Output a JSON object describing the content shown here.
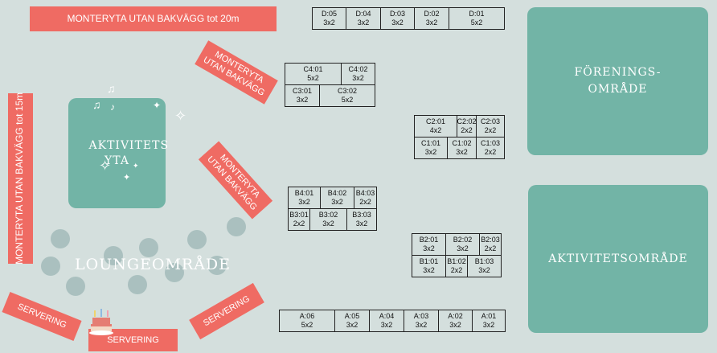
{
  "banners": {
    "top": "MONTERYTA UTAN BAKVÄGG tot 20m",
    "left": "MONTERYTA UTAN BAKVÄGG tot 15m",
    "diag1": "MONTERYTA UTAN BAKVÄGG",
    "diag2": "MONTERYTA UTAN BAKVÄGG",
    "serv1": "SERVERING",
    "serv2": "SERVERING",
    "serv3": "SERVERING"
  },
  "zones": {
    "aktivitets_yta": "AKTIVITETS YTA",
    "forenings": "FÖRENINGS-\nOMRÅDE",
    "aktivitetsomrade": "AKTIVITETSOMRÅDE",
    "lounge": "LOUNGEOMRÅDE"
  },
  "booths": {
    "D05": {
      "id": "D:05",
      "size": "3x2"
    },
    "D04": {
      "id": "D:04",
      "size": "3x2"
    },
    "D03": {
      "id": "D:03",
      "size": "3x2"
    },
    "D02": {
      "id": "D:02",
      "size": "3x2"
    },
    "D01": {
      "id": "D:01",
      "size": "5x2"
    },
    "C401": {
      "id": "C4:01",
      "size": "5x2"
    },
    "C402": {
      "id": "C4:02",
      "size": "3x2"
    },
    "C301": {
      "id": "C3:01",
      "size": "3x2"
    },
    "C302": {
      "id": "C3:02",
      "size": "5x2"
    },
    "C201": {
      "id": "C2:01",
      "size": "4x2"
    },
    "C202": {
      "id": "C2:02",
      "size": "2x2"
    },
    "C203": {
      "id": "C2:03",
      "size": "2x2"
    },
    "C101": {
      "id": "C1:01",
      "size": "3x2"
    },
    "C102": {
      "id": "C1:02",
      "size": "3x2"
    },
    "C103": {
      "id": "C1:03",
      "size": "2x2"
    },
    "B401": {
      "id": "B4:01",
      "size": "3x2"
    },
    "B402": {
      "id": "B4:02",
      "size": "3x2"
    },
    "B403": {
      "id": "B4:03",
      "size": "2x2"
    },
    "B301": {
      "id": "B3:01",
      "size": "2x2"
    },
    "B302": {
      "id": "B3:02",
      "size": "3x2"
    },
    "B303": {
      "id": "B3:03",
      "size": "3x2"
    },
    "B201": {
      "id": "B2:01",
      "size": "3x2"
    },
    "B202": {
      "id": "B2:02",
      "size": "3x2"
    },
    "B203": {
      "id": "B2:03",
      "size": "2x2"
    },
    "B101": {
      "id": "B1:01",
      "size": "3x2"
    },
    "B102": {
      "id": "B1:02",
      "size": "2x2"
    },
    "B103": {
      "id": "B1:03",
      "size": "3x2"
    },
    "A06": {
      "id": "A:06",
      "size": "5x2"
    },
    "A05": {
      "id": "A:05",
      "size": "3x2"
    },
    "A04": {
      "id": "A:04",
      "size": "3x2"
    },
    "A03": {
      "id": "A:03",
      "size": "3x2"
    },
    "A02": {
      "id": "A:02",
      "size": "3x2"
    },
    "A01": {
      "id": "A:01",
      "size": "3x2"
    }
  },
  "colors": {
    "background": "#d4dfdd",
    "banner": "#ef6b63",
    "zone": "#72b4a6",
    "lounge_table": "#aac0bf"
  },
  "icons": {
    "music": "music-note-icon",
    "sparkle": "sparkle-icon",
    "cake": "cake-icon"
  }
}
